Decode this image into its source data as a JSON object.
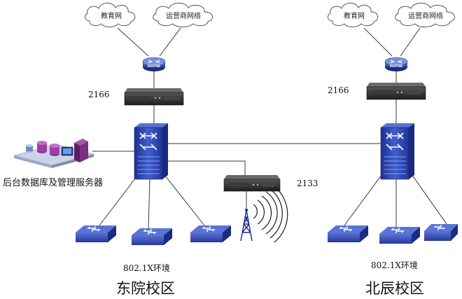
{
  "east_campus": {
    "cloud_education": "教育网",
    "cloud_isp": "运营商网络",
    "router_label": "ROUTER",
    "gateway_id": "2166",
    "ap_gateway_id": "2133",
    "server_label": "后台数据库及管理服务器",
    "env_label": "802.1X环境",
    "campus_name": "东院校区"
  },
  "north_campus": {
    "cloud_education": "教育网",
    "cloud_isp": "运营商网络",
    "router_label": "ROUTER",
    "gateway_id": "2166",
    "env_label": "802.1X环境",
    "campus_name": "北辰校区"
  },
  "colors": {
    "router": "#3b4ea8",
    "switch_blue": "#2e48b5",
    "device_dark": "#2b2b2b",
    "link": "#3a3a3a",
    "antenna": "#1a2a8a",
    "waves": "#1a1a1a"
  },
  "icons": {
    "cloud": "cloud-icon",
    "router": "router-icon",
    "gateway": "gateway-appliance-icon",
    "core_switch": "core-switch-icon",
    "access_switch": "access-switch-icon",
    "server_cluster": "database-server-icon",
    "antenna": "wireless-antenna-icon"
  }
}
